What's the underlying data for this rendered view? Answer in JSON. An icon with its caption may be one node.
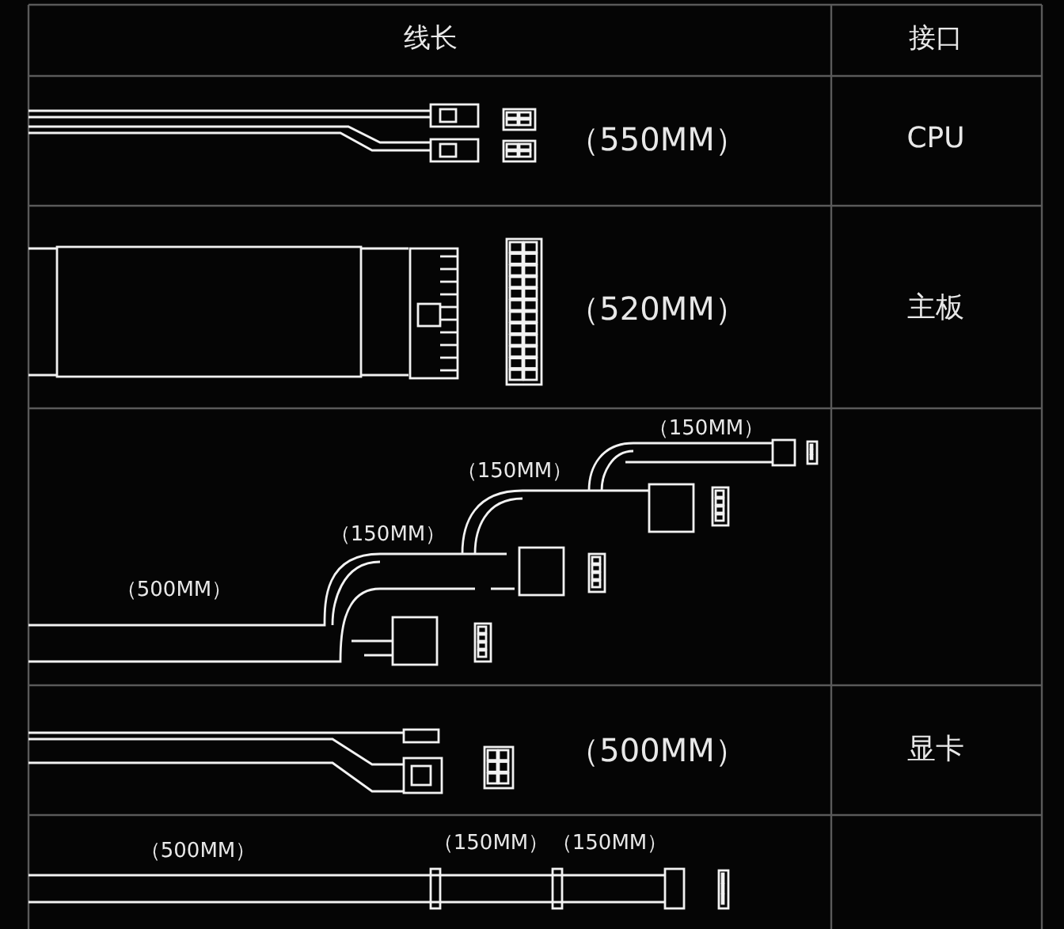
{
  "diagram": {
    "labels": [
      "线长",
      "接口",
      "（550MM）",
      "CPU",
      "（520MM）",
      "主板",
      "（150MM）",
      "（150MM）",
      "（150MM）",
      "（500MM）",
      "（500MM）",
      "显卡",
      "（500MM）",
      "（150MM）",
      "（150MM）"
    ]
  }
}
